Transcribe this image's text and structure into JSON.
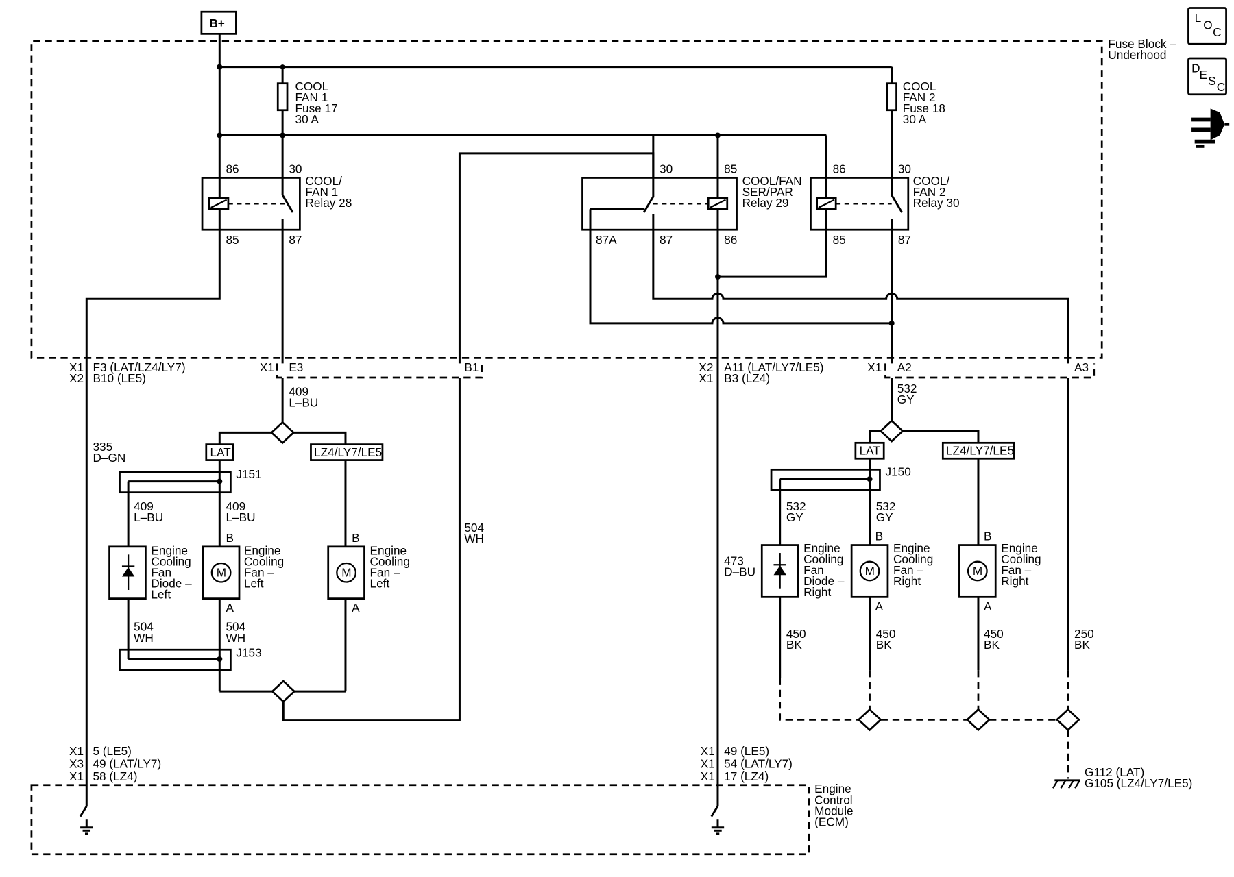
{
  "power": {
    "battery": "B+"
  },
  "fuse_block": {
    "title": [
      "Fuse Block –",
      "Underhood"
    ]
  },
  "fuses": {
    "fan1": [
      "COOL",
      "FAN 1",
      "Fuse 17",
      "30 A"
    ],
    "fan2": [
      "COOL",
      "FAN 2",
      "Fuse 18",
      "30 A"
    ]
  },
  "relays": {
    "r28": {
      "label": [
        "COOL/",
        "FAN 1",
        "Relay 28"
      ],
      "pins": [
        "86",
        "30",
        "85",
        "87"
      ]
    },
    "r29": {
      "label": [
        "COOL/FAN",
        "SER/PAR",
        "Relay 29"
      ],
      "pins": [
        "30",
        "85",
        "87A",
        "87",
        "86"
      ]
    },
    "r30": {
      "label": [
        "COOL/",
        "FAN 2",
        "Relay 30"
      ],
      "pins": [
        "86",
        "30",
        "85",
        "87"
      ]
    }
  },
  "connectors": {
    "left_block": {
      "c1": [
        "X1",
        "X2"
      ],
      "c2": [
        "F3 (LAT/LZ4/LY7)",
        "B10 (LE5)"
      ]
    },
    "e3": {
      "conn": "X1",
      "pin": "E3"
    },
    "b1": {
      "pin": "B1"
    },
    "mid_block": {
      "c1": [
        "X2",
        "X1"
      ],
      "c2": [
        "A11 (LAT/LY7/LE5)",
        "B3 (LZ4)"
      ]
    },
    "a2": {
      "conn": "X1",
      "pin": "A2"
    },
    "a3": {
      "pin": "A3"
    },
    "ecm_left": {
      "c1": [
        "X1",
        "X3",
        "X1"
      ],
      "c2": [
        "5 (LE5)",
        "49 (LAT/LY7)",
        "58 (LZ4)"
      ]
    },
    "ecm_mid": {
      "c1": [
        "X1",
        "X1",
        "X1"
      ],
      "c2": [
        "49 (LE5)",
        "54 (LAT/LY7)",
        "17 (LZ4)"
      ]
    }
  },
  "wires": {
    "w409": [
      "409",
      "L–BU"
    ],
    "w335": [
      "335",
      "D–GN"
    ],
    "w409a": [
      "409",
      "L–BU"
    ],
    "w409b": [
      "409",
      "L–BU"
    ],
    "w504a": [
      "504",
      "WH"
    ],
    "w504b": [
      "504",
      "WH"
    ],
    "w504c": [
      "504",
      "WH"
    ],
    "w532": [
      "532",
      "GY"
    ],
    "w532a": [
      "532",
      "GY"
    ],
    "w532b": [
      "532",
      "GY"
    ],
    "w473": [
      "473",
      "D–BU"
    ],
    "w450a": [
      "450",
      "BK"
    ],
    "w450b": [
      "450",
      "BK"
    ],
    "w450c": [
      "450",
      "BK"
    ],
    "w250": [
      "250",
      "BK"
    ]
  },
  "options": {
    "lat_left": "LAT",
    "alt_left": "LZ4/LY7/LE5",
    "lat_right": "LAT",
    "alt_right": "LZ4/LY7/LE5"
  },
  "splices": {
    "j151": "J151",
    "j153": "J153",
    "j150": "J150"
  },
  "components": {
    "diode_left": [
      "Engine",
      "Cooling",
      "Fan",
      "Diode –",
      "Left"
    ],
    "fan_left_lat": [
      "Engine",
      "Cooling",
      "Fan –",
      "Left"
    ],
    "fan_left_alt": [
      "Engine",
      "Cooling",
      "Fan –",
      "Left"
    ],
    "diode_right": [
      "Engine",
      "Cooling",
      "Fan",
      "Diode –",
      "Right"
    ],
    "fan_right_lat": [
      "Engine",
      "Cooling",
      "Fan –",
      "Right"
    ],
    "fan_right_alt": [
      "Engine",
      "Cooling",
      "Fan –",
      "Right"
    ],
    "motor_symbol": "M",
    "pin_b": "B",
    "pin_a": "A"
  },
  "ground": {
    "label": [
      "G112 (LAT)",
      "G105 (LZ4/LY7/LE5)"
    ]
  },
  "ecm": {
    "label": [
      "Engine",
      "Control",
      "Module",
      "(ECM)"
    ]
  },
  "sidebar": {
    "loc": {
      "letters": [
        "L",
        "O",
        "C"
      ],
      "icon": "location-icon"
    },
    "desc": {
      "letters": [
        "D",
        "E",
        "S",
        "C"
      ],
      "icon": "description-icon"
    },
    "connector": {
      "icon": "connector-plug-icon"
    }
  }
}
